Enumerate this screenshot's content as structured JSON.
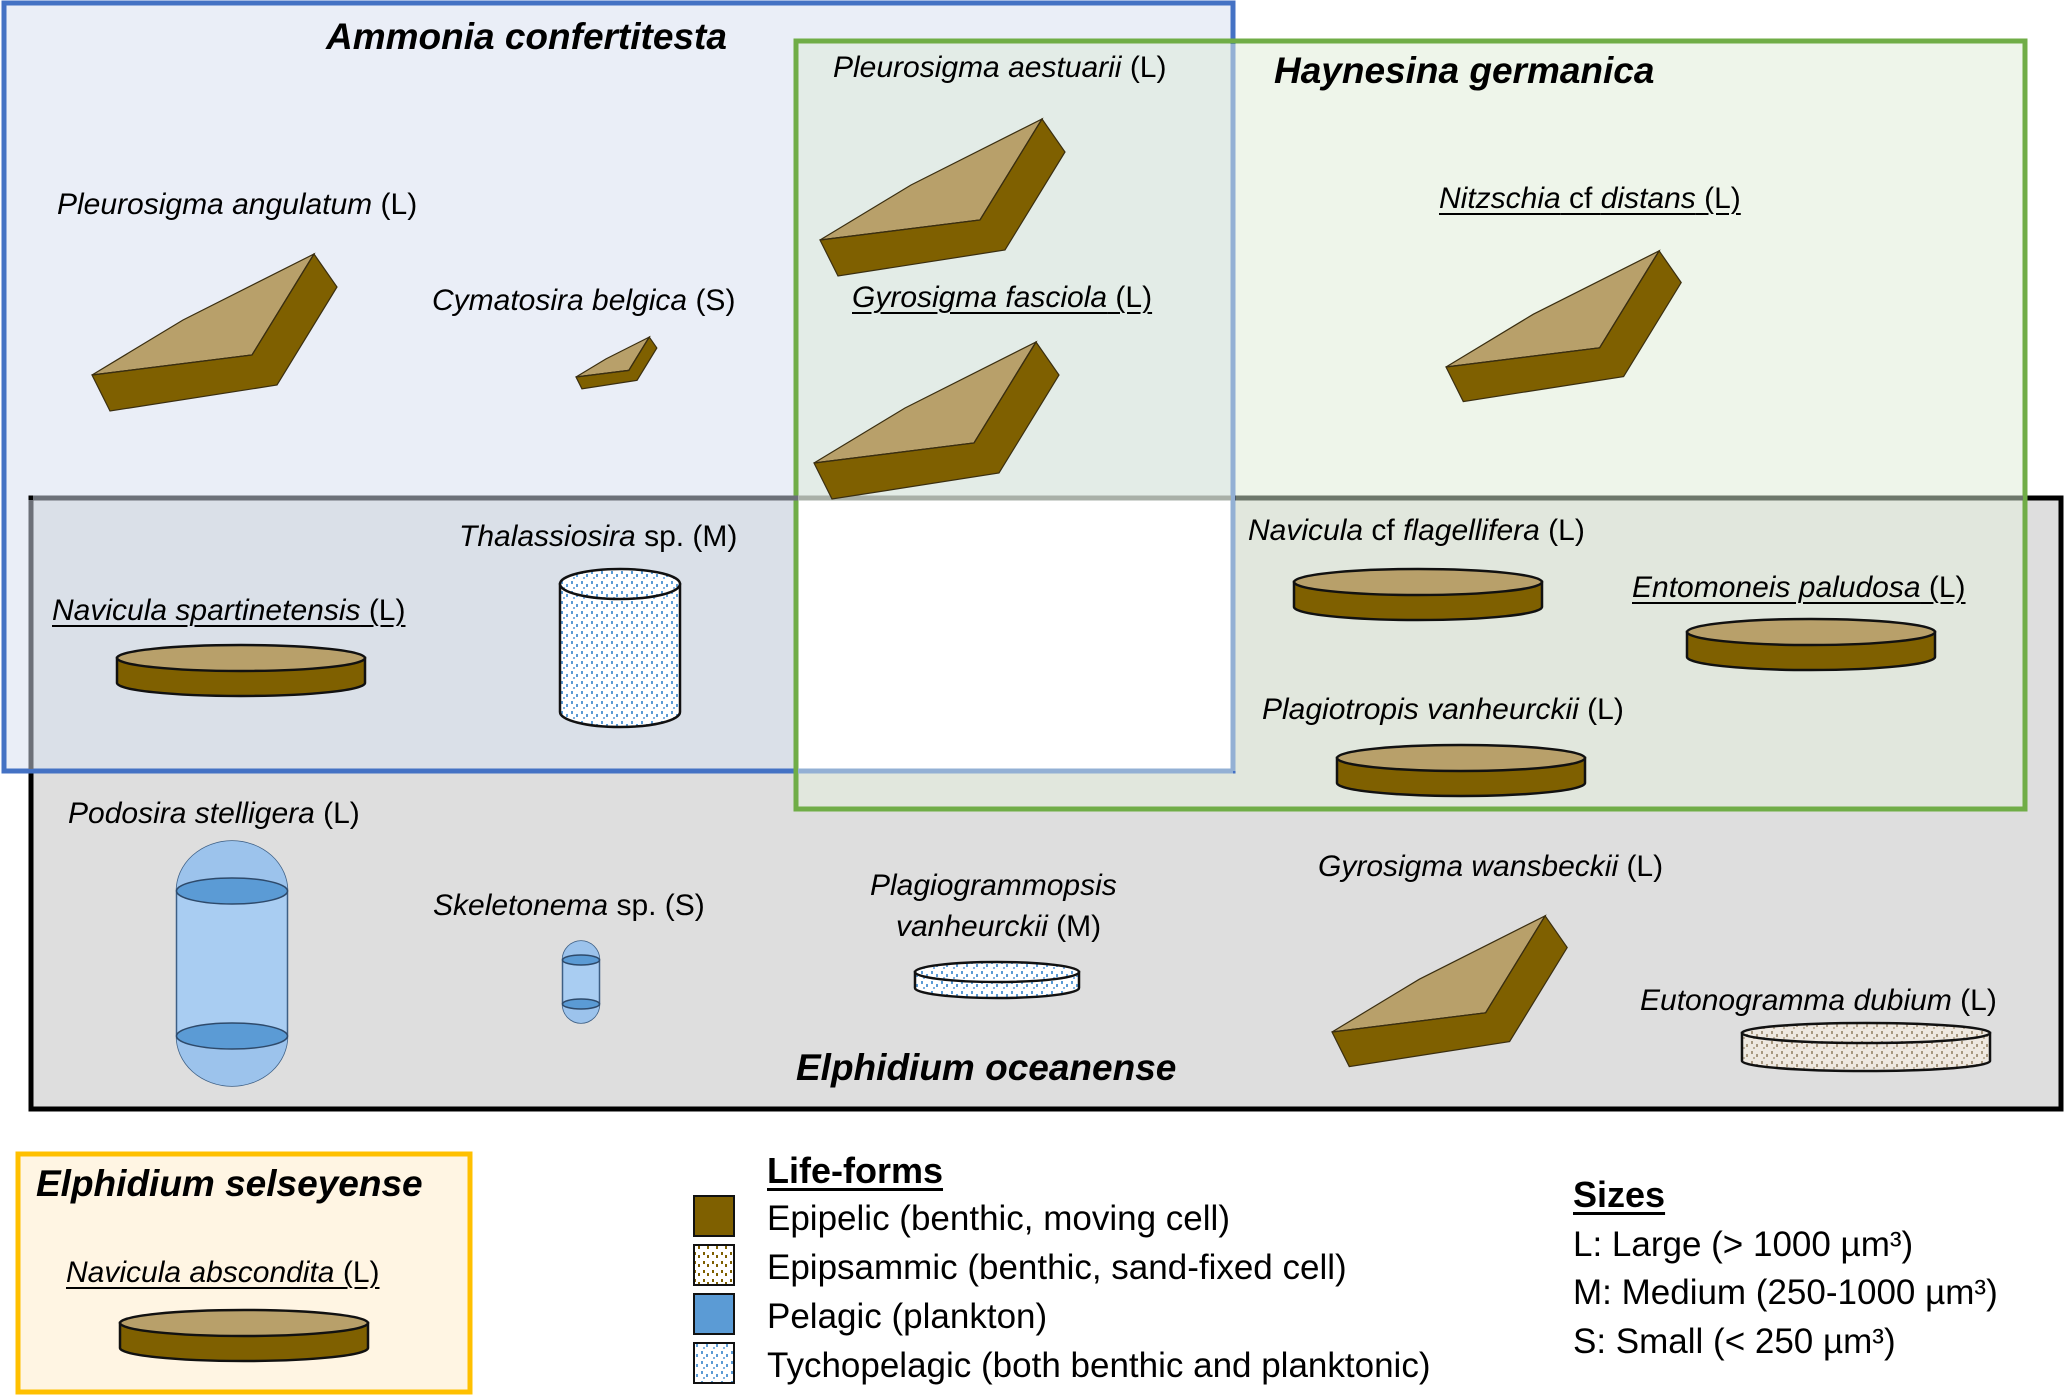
{
  "figure": {
    "groups": [
      {
        "id": "ammonia",
        "title": "Ammonia confertitesta",
        "border_color": "#4472c4"
      },
      {
        "id": "haynesina",
        "title": "Haynesina germanica",
        "border_color": "#70ad47"
      },
      {
        "id": "elphidium-oceanense",
        "title": "Elphidium oceanense",
        "border_color": "#000000"
      },
      {
        "id": "elphidium-selseyense",
        "title": "Elphidium selseyense",
        "border_color": "#ffc000"
      }
    ],
    "taxa": [
      {
        "name": "Pleurosigma angulatum",
        "suffix": " (L)",
        "underlined": false,
        "shape": "rhombus",
        "life_form": "epipelic",
        "size": "L",
        "groups": [
          "Ammonia confertitesta"
        ]
      },
      {
        "name": "Cymatosira belgica",
        "suffix": " (S)",
        "underlined": false,
        "shape": "rhombus",
        "life_form": "epipelic",
        "size": "S",
        "groups": [
          "Ammonia confertitesta"
        ]
      },
      {
        "name": "Pleurosigma aestuarii",
        "suffix": " (L)",
        "underlined": false,
        "shape": "rhombus",
        "life_form": "epipelic",
        "size": "L",
        "groups": [
          "Ammonia confertitesta",
          "Haynesina germanica"
        ]
      },
      {
        "name": "Gyrosigma fasciola",
        "suffix": " (L)",
        "underlined": true,
        "shape": "rhombus",
        "life_form": "epipelic",
        "size": "L",
        "groups": [
          "Ammonia confertitesta",
          "Haynesina germanica"
        ]
      },
      {
        "name": "Nitzschia",
        "mid": " cf ",
        "name2": "distans",
        "suffix": " (L)",
        "underlined": true,
        "shape": "rhombus",
        "life_form": "epipelic",
        "size": "L",
        "groups": [
          "Haynesina germanica"
        ]
      },
      {
        "name": "Navicula spartinetensis",
        "suffix": " (L)",
        "underlined": true,
        "shape": "disc",
        "life_form": "epipelic",
        "size": "L",
        "groups": [
          "Ammonia confertitesta",
          "Elphidium oceanense"
        ]
      },
      {
        "name": "Thalassiosira",
        "suffix": " sp. (M)",
        "underlined": false,
        "shape": "cylinder",
        "life_form": "tychopelagic",
        "size": "M",
        "groups": [
          "Ammonia confertitesta",
          "Elphidium oceanense"
        ]
      },
      {
        "name": "Navicula",
        "mid": " cf ",
        "name2": "flagellifera",
        "suffix": " (L)",
        "underlined": false,
        "shape": "disc",
        "life_form": "epipelic",
        "size": "L",
        "groups": [
          "Haynesina germanica",
          "Elphidium oceanense"
        ]
      },
      {
        "name": "Entomoneis paludosa",
        "suffix": " (L)",
        "underlined": true,
        "shape": "disc",
        "life_form": "epipelic",
        "size": "L",
        "groups": [
          "Haynesina germanica",
          "Elphidium oceanense"
        ]
      },
      {
        "name": "Plagiotropis vanheurckii",
        "suffix": " (L)",
        "underlined": false,
        "shape": "disc",
        "life_form": "epipelic",
        "size": "L",
        "groups": [
          "Haynesina germanica",
          "Elphidium oceanense"
        ]
      },
      {
        "name": "Podosira stelligera",
        "suffix": " (L)",
        "underlined": false,
        "shape": "capsule",
        "life_form": "pelagic",
        "size": "L",
        "groups": [
          "Elphidium oceanense"
        ]
      },
      {
        "name": "Skeletonema",
        "suffix": " sp. (S)",
        "underlined": false,
        "shape": "capsule",
        "life_form": "pelagic",
        "size": "S",
        "groups": [
          "Elphidium oceanense"
        ]
      },
      {
        "name": "Plagiogrammopsis",
        "name_line2": "vanheurckii",
        "suffix": " (M)",
        "underlined": false,
        "shape": "disc",
        "life_form": "tychopelagic",
        "size": "M",
        "groups": [
          "Elphidium oceanense"
        ]
      },
      {
        "name": "Gyrosigma wansbeckii",
        "suffix": " (L)",
        "underlined": false,
        "shape": "rhombus",
        "life_form": "epipelic",
        "size": "L",
        "groups": [
          "Elphidium oceanense"
        ]
      },
      {
        "name": "Eutonogramma dubium",
        "suffix": " (L)",
        "underlined": false,
        "shape": "disc",
        "life_form": "epipsammic",
        "size": "L",
        "groups": [
          "Elphidium oceanense"
        ]
      },
      {
        "name": "Navicula abscondita",
        "suffix": " (L)",
        "underlined": true,
        "shape": "disc",
        "life_form": "epipelic",
        "size": "L",
        "groups": [
          "Elphidium selseyense"
        ]
      }
    ]
  },
  "legend": {
    "life_forms": {
      "title": "Life-forms",
      "items": [
        {
          "label": "Epipelic (benthic, moving cell)",
          "swatch": "epipelic",
          "color": "#7f6000"
        },
        {
          "label": "Epipsammic (benthic, sand-fixed cell)",
          "swatch": "epipsammic",
          "color": "#7f6000"
        },
        {
          "label": "Pelagic (plankton)",
          "swatch": "pelagic",
          "color": "#5b9bd5"
        },
        {
          "label": "Tychopelagic (both benthic and planktonic)",
          "swatch": "tychopelagic",
          "color": "#5b9bd5"
        }
      ]
    },
    "sizes": {
      "title": "Sizes",
      "items": [
        {
          "label": "L: Large (> 1000 µm³)"
        },
        {
          "label": "M: Medium (250-1000 µm³)"
        },
        {
          "label": "S: Small (< 250 µm³)"
        }
      ]
    }
  },
  "colors": {
    "epipelic_top": "#b8a06a",
    "epipelic_side": "#7f6000",
    "pelagic_light": "#a9cdf2",
    "pelagic_dark": "#5b9bd5",
    "blue_border": "#4472c4",
    "green_border": "#70ad47",
    "black_border": "#000000",
    "yellow_border": "#ffc000"
  }
}
